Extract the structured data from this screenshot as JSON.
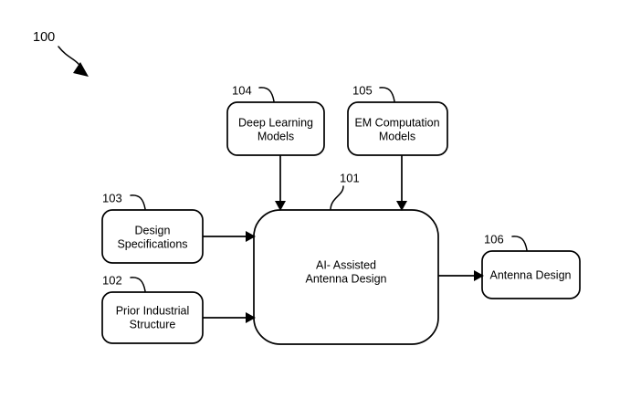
{
  "figure": {
    "number": "100",
    "title_ref": "100"
  },
  "blocks": {
    "central": {
      "ref": "101",
      "line1": "AI- Assisted",
      "line2": "Antenna Design"
    },
    "prior_structure": {
      "ref": "102",
      "line1": "Prior Industrial",
      "line2": "Structure"
    },
    "design_specs": {
      "ref": "103",
      "line1": "Design",
      "line2": "Specifications"
    },
    "deep_learning": {
      "ref": "104",
      "line1": "Deep Learning",
      "line2": "Models"
    },
    "em_computation": {
      "ref": "105",
      "line1": "EM Computation",
      "line2": "Models"
    },
    "antenna_design_output": {
      "ref": "106",
      "line1": "Antenna Design",
      "line2": ""
    }
  },
  "colors": {
    "stroke": "#000000",
    "fill": "#ffffff",
    "background": "#ffffff"
  }
}
